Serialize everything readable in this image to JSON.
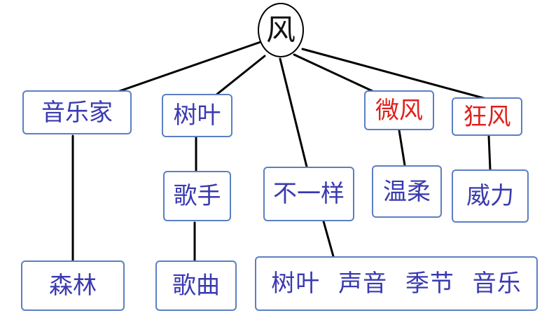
{
  "root": {
    "label": "风",
    "color": "#111111"
  },
  "nodes": {
    "yinyuejia": {
      "label": "音乐家",
      "color": "#3a3ab0"
    },
    "shuye": {
      "label": "树叶",
      "color": "#3a3ab0"
    },
    "weifeng": {
      "label": "微风",
      "color": "#e0201c"
    },
    "kuangfeng": {
      "label": "狂风",
      "color": "#e0201c"
    },
    "geshou": {
      "label": "歌手",
      "color": "#3a3ab0"
    },
    "buyiyang": {
      "label": "不一样",
      "color": "#3a3ab0"
    },
    "wenrou": {
      "label": "温柔",
      "color": "#3a3ab0"
    },
    "weili": {
      "label": "威力",
      "color": "#3a3ab0"
    },
    "senlin": {
      "label": "森林",
      "color": "#3a3ab0"
    },
    "gequ": {
      "label": "歌曲",
      "color": "#3a3ab0"
    },
    "list": {
      "label": "树叶 声音 季节 音乐",
      "color": "#3a3ab0"
    }
  },
  "colors": {
    "border": "#5b7fc4",
    "line": "#000000"
  }
}
